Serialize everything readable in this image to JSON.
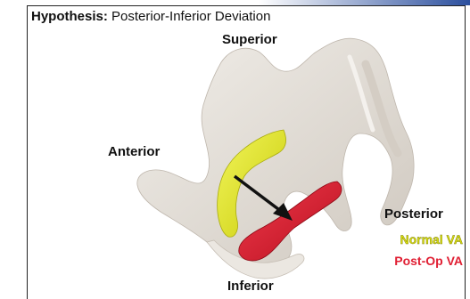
{
  "heading": {
    "prefix": "Hypothesis:",
    "text": "Posterior-Inferior Deviation"
  },
  "labels": {
    "superior": "Superior",
    "anterior": "Anterior",
    "posterior": "Posterior",
    "inferior": "Inferior"
  },
  "legend": {
    "normal": "Normal VA",
    "post_op": "Post-Op VA"
  },
  "colors": {
    "bone": "#e9e5df",
    "normal_va": "#e6ea1c",
    "post_op_va": "#e01f33",
    "arrow": "#111111",
    "stripe": "#2b4f9e"
  }
}
